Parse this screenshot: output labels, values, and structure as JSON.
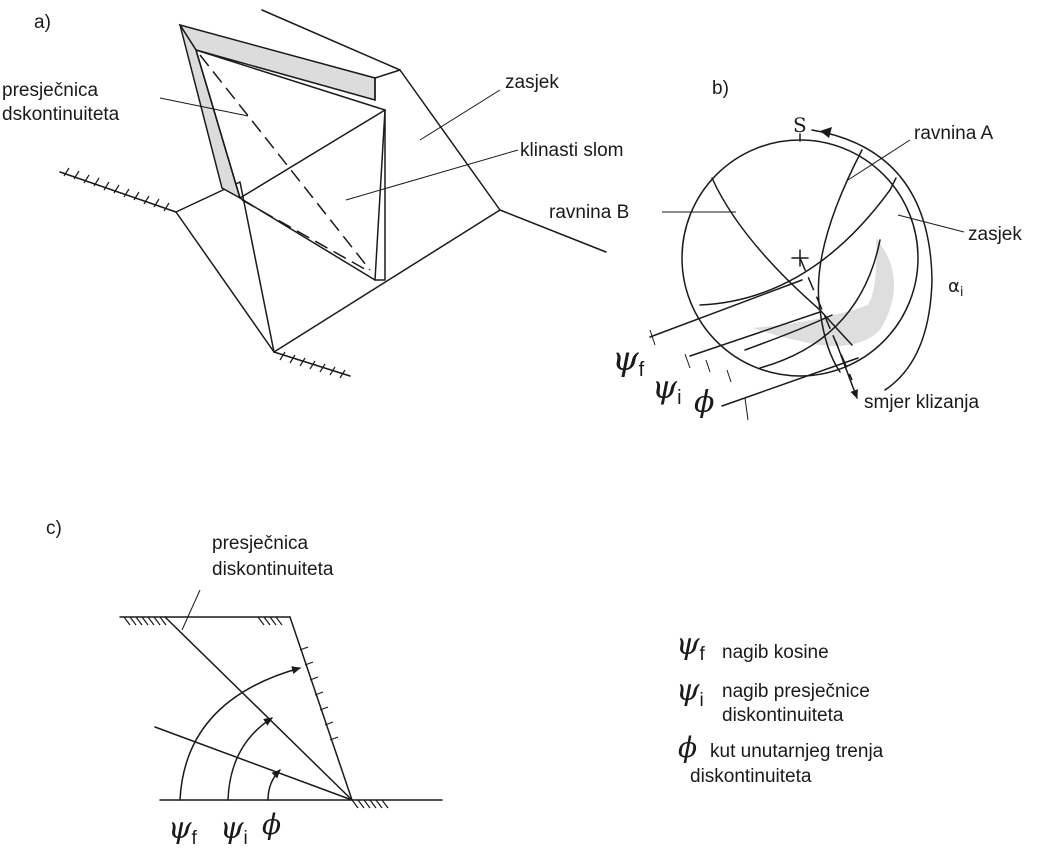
{
  "panel_a": {
    "letter": "a)",
    "label_intersection_1": "presječnica",
    "label_intersection_2": "dskontinuiteta",
    "label_cut": "zasjek",
    "label_wedge": "klinasti slom"
  },
  "panel_b": {
    "letter": "b)",
    "north": "S",
    "label_plane_a": "ravnina A",
    "label_plane_b": "ravnina B",
    "label_cut": "zasjek",
    "label_alpha": "α",
    "label_alpha_sub": "i",
    "label_direction": "smjer klizanja",
    "psi_f": "ψ",
    "psi_f_sub": "f",
    "psi_i": "ψ",
    "psi_i_sub": "i",
    "phi": "ϕ"
  },
  "panel_c": {
    "letter": "c)",
    "label_intersection_1": "presječnica",
    "label_intersection_2": "diskontinuiteta",
    "psi_f": "ψ",
    "psi_f_sub": "f",
    "psi_i": "ψ",
    "psi_i_sub": "i",
    "phi": "ϕ"
  },
  "legend": {
    "psi_f_symbol": "ψ",
    "psi_f_sub": "f",
    "psi_f_text": "nagib kosine",
    "psi_i_symbol": "ψ",
    "psi_i_sub": "i",
    "psi_i_text_1": "nagib presječnice",
    "psi_i_text_2": "diskontinuiteta",
    "phi_symbol": "ϕ",
    "phi_text_1": "kut unutarnjeg trenja",
    "phi_text_2": "diskontinuiteta"
  }
}
